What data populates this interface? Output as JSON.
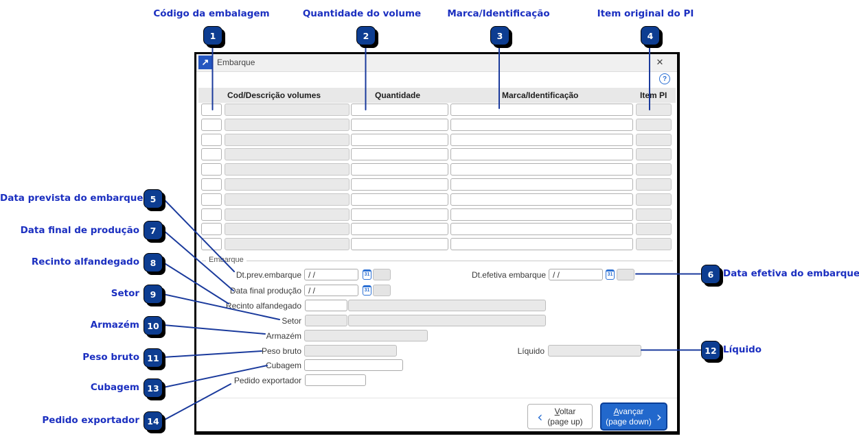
{
  "window": {
    "title": "Embarque"
  },
  "icons": {
    "titlebar_arrow": "↗",
    "close": "✕",
    "help": "?",
    "calendar": "31",
    "chevron_left": "‹",
    "chevron_right": "›"
  },
  "table": {
    "headers": [
      "Cod/Descrição volumes",
      "Quantidade",
      "Marca/Identificação",
      "Item PI"
    ],
    "row_count": 10
  },
  "form": {
    "legend": "Embarque",
    "fields": {
      "dt_prev_embarque": {
        "label": "Dt.prev.embarque",
        "value": "/ /"
      },
      "dt_efetiva_embarque": {
        "label": "Dt.efetiva embarque",
        "value": "/ /"
      },
      "data_final_producao": {
        "label": "Data final produção",
        "value": "/ /"
      },
      "recinto_alfandegado": {
        "label": "Recinto alfandegado",
        "value": ""
      },
      "setor": {
        "label": "Setor",
        "value": ""
      },
      "armazem": {
        "label": "Armazém",
        "value": ""
      },
      "peso_bruto": {
        "label": "Peso bruto",
        "value": ""
      },
      "liquido": {
        "label": "Líquido",
        "value": ""
      },
      "cubagem": {
        "label": "Cubagem",
        "value": ""
      },
      "pedido_exportador": {
        "label": "Pedido exportador",
        "value": ""
      }
    }
  },
  "footer": {
    "voltar": {
      "label": "Voltar",
      "sublabel": "(page up)"
    },
    "avancar": {
      "label": "Avançar",
      "sublabel": "(page down)"
    }
  },
  "callouts": {
    "c1": {
      "number": "1",
      "label": "Código da embalagem"
    },
    "c2": {
      "number": "2",
      "label": "Quantidade do volume"
    },
    "c3": {
      "number": "3",
      "label": "Marca/Identificação"
    },
    "c4": {
      "number": "4",
      "label": "Item original do PI"
    },
    "c5": {
      "number": "5",
      "label": "Data prevista do embarque"
    },
    "c6": {
      "number": "6",
      "label": "Data efetiva do embarque"
    },
    "c7": {
      "number": "7",
      "label": "Data final de produção"
    },
    "c8": {
      "number": "8",
      "label": "Recinto alfandegado"
    },
    "c9": {
      "number": "9",
      "label": "Setor"
    },
    "c10": {
      "number": "10",
      "label": "Armazém"
    },
    "c11": {
      "number": "11",
      "label": "Peso bruto"
    },
    "c12": {
      "number": "12",
      "label": "Líquido"
    },
    "c13": {
      "number": "13",
      "label": "Cubagem"
    },
    "c14": {
      "number": "14",
      "label": "Pedido exportador"
    }
  },
  "colors": {
    "callout_label": "#1b2fc0",
    "callout_badge": "#0d3d91",
    "callout_line": "#1a3a9c",
    "accent_blue": "#2268cc",
    "titlebar_icon_blue": "#2456c0"
  }
}
